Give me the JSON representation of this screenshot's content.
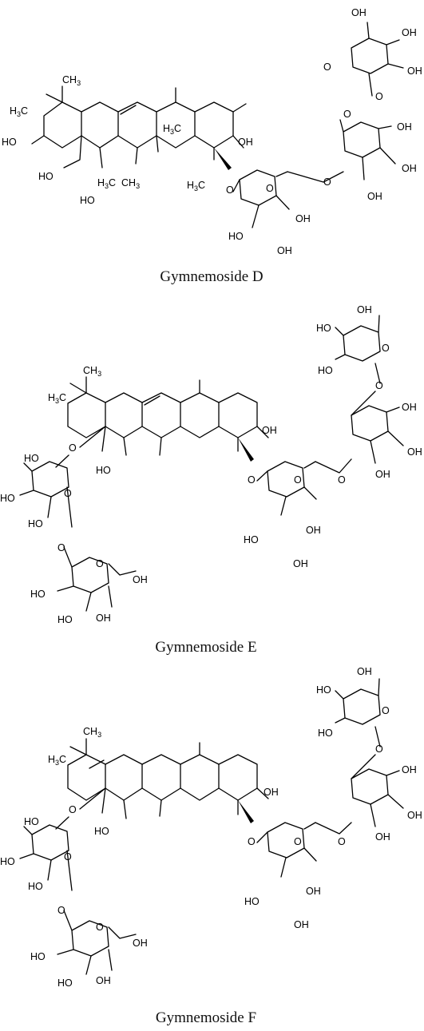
{
  "figure": {
    "compounds": [
      {
        "id": "D",
        "caption": "Gymnemoside D"
      },
      {
        "id": "E",
        "caption": "Gymnemoside E"
      },
      {
        "id": "F",
        "caption": "Gymnemoside F"
      }
    ]
  },
  "labels": {
    "oh_right": "OH",
    "oh_left": "HO",
    "o": "O",
    "ch3": "CH",
    "h3c": "H",
    "c": "C",
    "three": "3"
  }
}
